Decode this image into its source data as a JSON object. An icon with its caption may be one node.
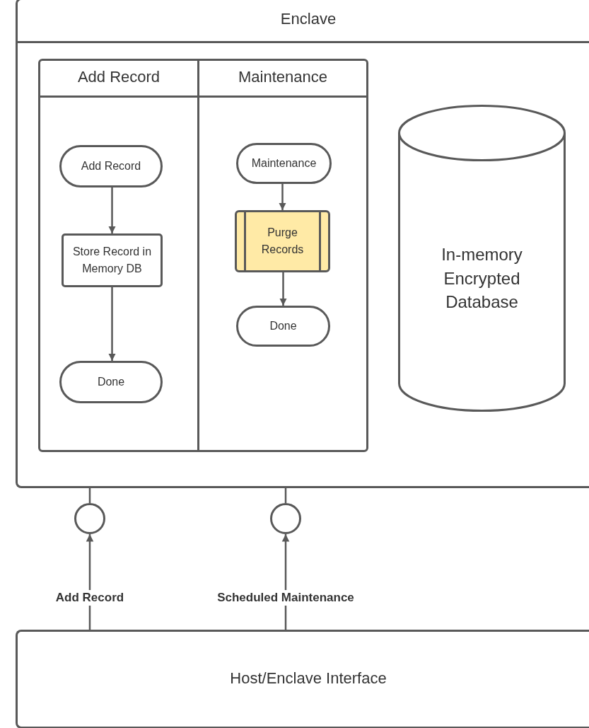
{
  "diagram": {
    "nodes": [
      {
        "text": [
          "Enclave"
        ]
      },
      {
        "text": [
          "Add Record"
        ],
        "in": 0
      },
      {
        "text": [
          "Maintenance"
        ],
        "in": 0
      },
      {
        "text": [
          "Add Record"
        ],
        "in": 1
      },
      {
        "text": [
          "Store Record in Memory DB"
        ],
        "in": 1
      },
      {
        "text": [
          "Done"
        ],
        "in": 1
      },
      {
        "text": [
          "Maintenance"
        ],
        "in": 2
      },
      {
        "text": [
          "Purge Records"
        ],
        "in": 2
      },
      {
        "text": [
          "Done"
        ],
        "in": 2
      },
      {
        "text": [
          "In-memory Encrypted Database"
        ],
        "in": 0
      },
      {
        "text": [],
        "shape": "circle"
      },
      {
        "text": [],
        "shape": "circle"
      },
      {
        "text": [
          "Host/Enclave Interface"
        ]
      }
    ],
    "edges": [
      {
        "from": 3,
        "to": 4,
        "arrow": "to"
      },
      {
        "from": 4,
        "to": 5,
        "arrow": "to"
      },
      {
        "from": 6,
        "to": 7,
        "arrow": "to"
      },
      {
        "from": 7,
        "to": 8,
        "arrow": "to"
      },
      {
        "from": 10,
        "to": 0,
        "arrow": "none"
      },
      {
        "from": 11,
        "to": 0,
        "arrow": "none"
      },
      {
        "from": 12,
        "to": 10,
        "label": "Add Record",
        "arrow": "to"
      },
      {
        "from": 12,
        "to": 11,
        "label": "Scheduled Maintenance",
        "arrow": "to"
      }
    ]
  }
}
